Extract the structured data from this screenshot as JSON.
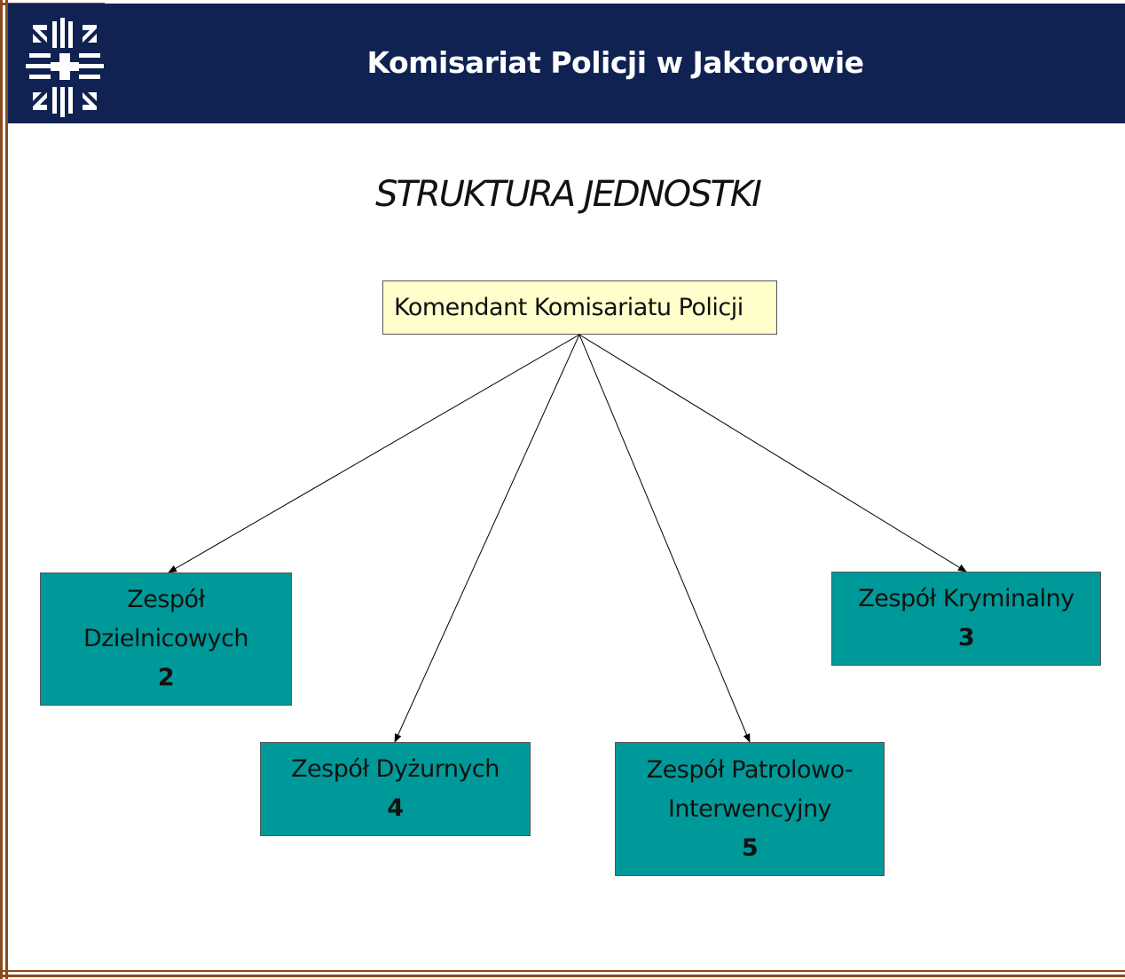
{
  "header": {
    "title": "Komisariat Policji w Jaktorowie",
    "bg_color": "#0f2252",
    "logo_icon": "police-star-logo-icon"
  },
  "page_title": "STRUKTURA JEDNOSTKI",
  "diagram": {
    "root": {
      "label": "Komendant Komisariatu Policji",
      "color": "#ffffcc"
    },
    "units": [
      {
        "line1": "Zespół",
        "line2": "Dzielnicowych",
        "count": "2"
      },
      {
        "line1": "Zespół Dyżurnych",
        "count": "4"
      },
      {
        "line1": "Zespół Patrolowo-",
        "line2": "Interwencyjny",
        "count": "5"
      },
      {
        "line1": "Zespół Kryminalny",
        "count": "3"
      }
    ],
    "unit_color": "#009999",
    "frame_color": "#8a4a1c"
  }
}
